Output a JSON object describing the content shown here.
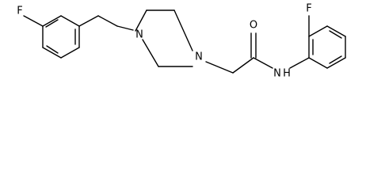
{
  "molecule": {
    "atoms": {
      "fluorine_left": "F",
      "nitrogen_piperazine_top": "N",
      "nitrogen_piperazine_bottom": "N",
      "oxygen_carbonyl": "O",
      "nitrogen_amide": "N",
      "hydrogen_amide": "H",
      "fluorine_right": "F"
    }
  }
}
